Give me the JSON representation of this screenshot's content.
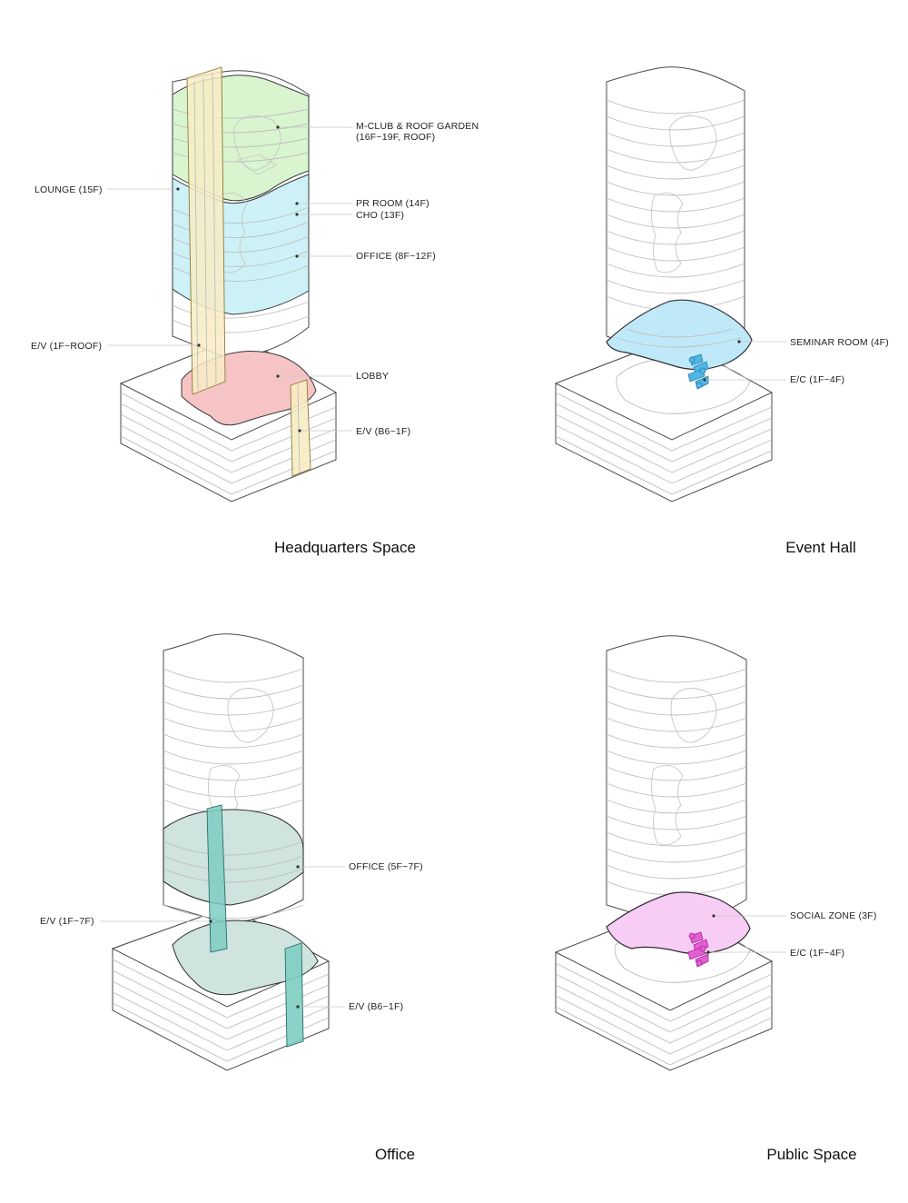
{
  "panels": [
    {
      "caption": "Headquarters Space",
      "labels": [
        "M-CLUB & ROOF GARDEN",
        "(16F~19F, ROOF)",
        "LOUNGE (15F)",
        "PR ROOM (14F)",
        "CHO (13F)",
        "OFFICE (8F~12F)",
        "E/V (1F~ROOF)",
        "LOBBY",
        "E/V (B6~1F)"
      ]
    },
    {
      "caption": "Event Hall",
      "labels": [
        "SEMINAR ROOM (4F)",
        "E/C (1F~4F)"
      ]
    },
    {
      "caption": "Office",
      "labels": [
        "OFFICE (5F~7F)",
        "E/V (1F~7F)",
        "E/V (B6~1F)"
      ]
    },
    {
      "caption": "Public Space",
      "labels": [
        "SOCIAL ZONE (3F)",
        "E/C (1F~4F)"
      ]
    }
  ],
  "colors": {
    "roof_garden": "#d9f5d0",
    "office_hq": "#cdf1f7",
    "lobby": "#f6c4c4",
    "elevator_hq": "#f8ecc4",
    "seminar": "#bfe9f9",
    "escalator_event": "#4fb6e6",
    "office_floor": "#cfe3df",
    "elevator_office": "#7ecdc3",
    "social": "#f7cdf5",
    "escalator_public": "#e65cd3"
  }
}
